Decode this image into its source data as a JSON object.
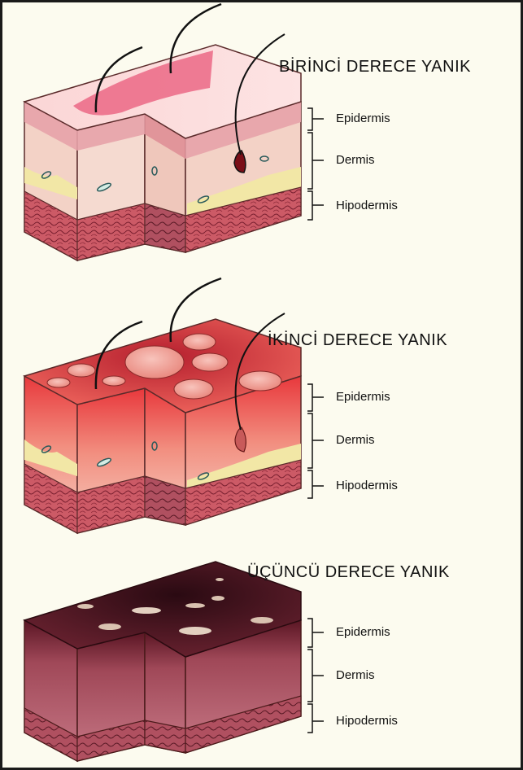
{
  "panels": [
    {
      "title": "BİRİNCİ DERECE YANIK",
      "layers": [
        "Epidermis",
        "Dermis",
        "Hipodermis"
      ]
    },
    {
      "title": "İKİNCİ DERECE YANIK",
      "layers": [
        "Epidermis",
        "Dermis",
        "Hipodermis"
      ]
    },
    {
      "title": "ÜÇÜNCÜ DERECE YANIK",
      "layers": [
        "Epidermis",
        "Dermis",
        "Hipodermis"
      ]
    }
  ],
  "colors": {
    "background": "#fcfbef",
    "first_degree_top": "#f7c9c9",
    "first_degree_burn": "#e9587a",
    "second_degree_top": "#e64a4a",
    "blister": "#f2a8a3",
    "third_degree_top": "#4a1420",
    "eschar": "#d9c2b0",
    "dermis": "#f3d2c6",
    "fat": "#f2e7a6",
    "hypodermis": "#c8485a"
  }
}
